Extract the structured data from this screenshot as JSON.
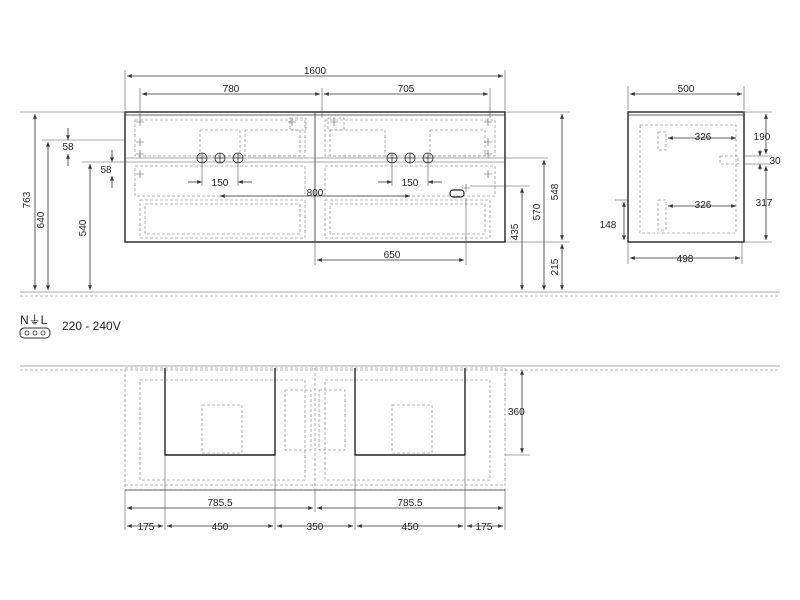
{
  "front": {
    "width": "1600",
    "left_bowl": "780",
    "right_bowl": "705",
    "left_58_top": "58",
    "left_58_mid": "58",
    "h763": "763",
    "h640": "640",
    "h540": "540",
    "tap_l": "150",
    "tap_r": "150",
    "center": "800",
    "socket_w": "650",
    "h548": "548",
    "h570": "570",
    "h435": "435",
    "h215": "215"
  },
  "side": {
    "depth_top": "500",
    "drawer_top": "326",
    "drawer_bot": "326",
    "h190": "190",
    "h30": "30",
    "h317": "317",
    "h148": "148",
    "depth_bot": "498"
  },
  "electrical": {
    "symbol": "N⏚L",
    "voltage": "220 - 240V"
  },
  "top": {
    "h360": "360",
    "half_l": "785.5",
    "half_r": "785.5",
    "s1": "175",
    "s2": "450",
    "s3": "350",
    "s4": "450",
    "s5": "175"
  }
}
